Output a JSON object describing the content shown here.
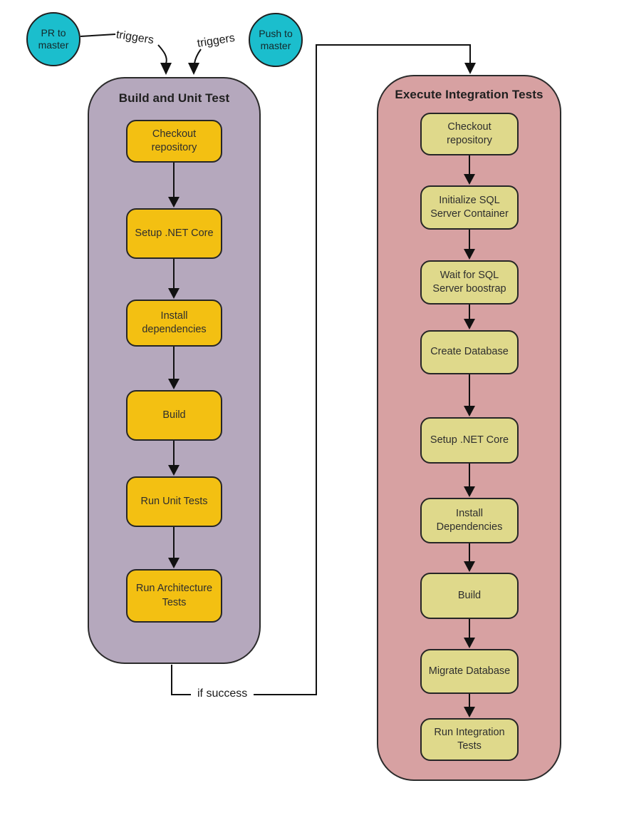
{
  "diagram": {
    "trigger_nodes": [
      {
        "id": "pr",
        "label": "PR to master",
        "shape": "circle",
        "color": "#1BBECD"
      },
      {
        "id": "push",
        "label": "Push to master",
        "shape": "circle",
        "color": "#1BBECD"
      }
    ],
    "edge_labels": {
      "trigger_left": "triggers",
      "trigger_right": "triggers",
      "success": "if success"
    },
    "pipelines": [
      {
        "title": "Build and Unit Test",
        "container_color": "#B5A8BD",
        "step_color": "#F3C012",
        "steps": [
          "Checkout repository",
          "Setup .NET Core",
          "Install dependencies",
          "Build",
          "Run Unit Tests",
          "Run Architecture Tests"
        ]
      },
      {
        "title": "Execute Integration Tests",
        "container_color": "#D7A1A2",
        "step_color": "#DFD98B",
        "steps": [
          "Checkout repository",
          "Initialize SQL Server Container",
          "Wait for SQL Server boostrap",
          "Create Database",
          "Setup .NET Core",
          "Install Dependencies",
          "Build",
          "Migrate Database",
          "Run Integration Tests"
        ]
      }
    ]
  }
}
